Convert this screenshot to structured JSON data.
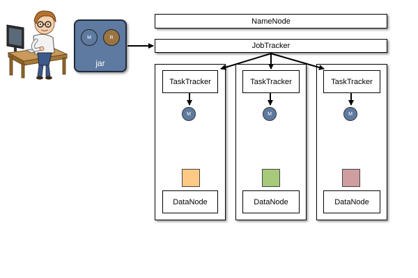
{
  "namenode": {
    "label": "NameNode"
  },
  "jobtracker": {
    "label": "JobTracker"
  },
  "jar": {
    "label": "jar",
    "map_label": "M",
    "reduce_label": "R"
  },
  "nodes": [
    {
      "tasktracker": "TaskTracker",
      "task": "M",
      "datanode": "DataNode",
      "block_color": "#fcca84"
    },
    {
      "tasktracker": "TaskTracker",
      "task": "M",
      "datanode": "DataNode",
      "block_color": "#a6c97a"
    },
    {
      "tasktracker": "TaskTracker",
      "task": "M",
      "datanode": "DataNode",
      "block_color": "#cf9ea0"
    }
  ],
  "colors": {
    "map": "#5f7aa0",
    "reduce": "#9a7443",
    "jar": "#5f7aa0"
  },
  "icons": {
    "user": "developer-at-computer-icon"
  }
}
